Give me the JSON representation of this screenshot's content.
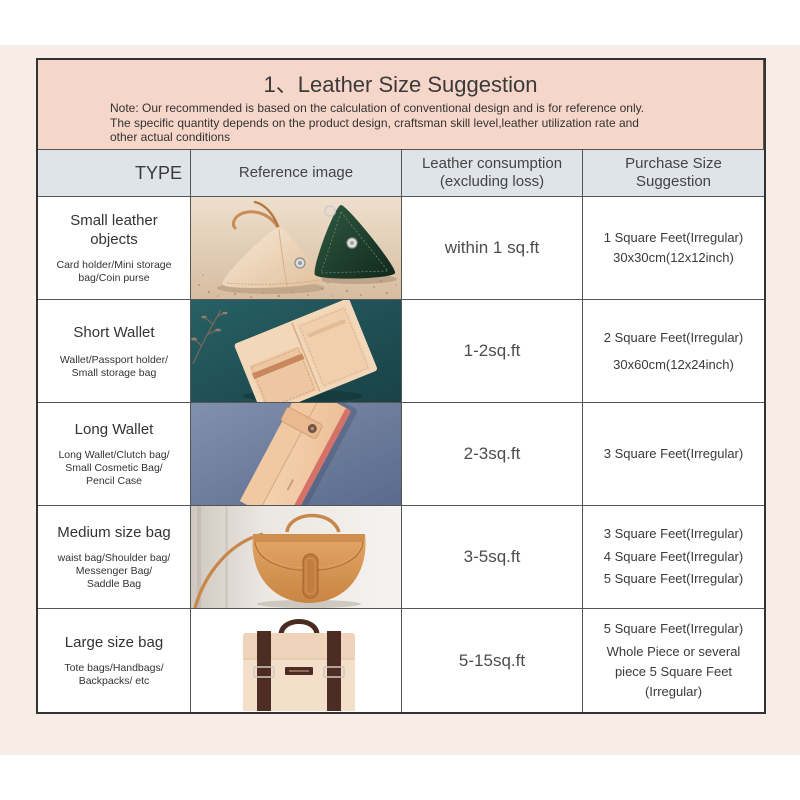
{
  "header": {
    "title": "1、Leather Size Suggestion",
    "note_lines": [
      "Note: Our recommended is based on the calculation of conventional design and is for reference only.",
      "The specific quantity depends on the product design, craftsman skill level,leather utilization rate and",
      "other actual conditions"
    ]
  },
  "columns": {
    "type": "TYPE",
    "image": "Reference image",
    "consumption_lines": [
      "Leather consumption",
      "(excluding loss)"
    ],
    "purchase_lines": [
      "Purchase Size",
      "Suggestion"
    ]
  },
  "rows": [
    {
      "type_lines": [
        "Small leather",
        "objects"
      ],
      "examples_lines": [
        "Card holder/Mini storage",
        "bag/Coin purse"
      ],
      "image": "coin-purse-photo",
      "consumption": "within 1 sq.ft",
      "purchase_lines": [
        "1 Square Feet(Irregular)",
        "30x30cm(12x12inch)"
      ]
    },
    {
      "type_lines": [
        "Short Wallet"
      ],
      "examples_lines": [
        "Wallet/Passport holder/",
        "Small storage bag"
      ],
      "image": "short-wallet-photo",
      "consumption": "1-2sq.ft",
      "purchase_lines": [
        "2 Square Feet(Irregular)",
        "30x60cm(12x24inch)"
      ]
    },
    {
      "type_lines": [
        "Long Wallet"
      ],
      "examples_lines": [
        "Long Wallet/Clutch bag/",
        "Small Cosmetic Bag/",
        "Pencil Case"
      ],
      "image": "long-wallet-photo",
      "consumption": "2-3sq.ft",
      "purchase_lines": [
        "3 Square Feet(Irregular)"
      ]
    },
    {
      "type_lines": [
        "Medium size bag"
      ],
      "examples_lines": [
        "waist bag/Shoulder bag/",
        "Messenger Bag/",
        "Saddle Bag"
      ],
      "image": "saddle-bag-photo",
      "consumption": "3-5sq.ft",
      "purchase_lines": [
        "3 Square Feet(Irregular)",
        "4 Square Feet(Irregular)",
        "5 Square Feet(Irregular)"
      ]
    },
    {
      "type_lines": [
        "Large size bag"
      ],
      "examples_lines": [
        "Tote bags/Handbags/",
        "Backpacks/ etc"
      ],
      "image": "backpack-photo",
      "consumption": "5-15sq.ft",
      "purchase_lines": [
        "5 Square Feet(Irregular)",
        "Whole Piece or several",
        "piece 5 Square Feet",
        "(Irregular)"
      ]
    }
  ],
  "colors": {
    "page_band": "#f8ece7",
    "header_bg": "#f6d6c9",
    "column_header_bg": "#dfe3ea",
    "border": "#333333",
    "grid_line": "#555555"
  }
}
